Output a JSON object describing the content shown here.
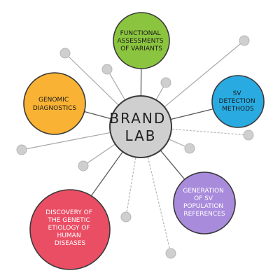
{
  "center": {
    "lines": [
      "BRAND",
      "LAB"
    ],
    "color": "#cfcfcf"
  },
  "topics": [
    {
      "id": "functional",
      "lines": [
        "FUNCTIONAL",
        "ASSESSMENTS",
        "OF VARIANTS"
      ],
      "color": "#8bc53f",
      "text_color": "#1a1a1a"
    },
    {
      "id": "genomic",
      "lines": [
        "GENOMIC",
        "DIAGNOSTICS"
      ],
      "color": "#f9b233",
      "text_color": "#1a1a1a"
    },
    {
      "id": "sv-detection",
      "lines": [
        "SV",
        "DETECTION",
        "METHODS"
      ],
      "color": "#29abe2",
      "text_color": "#1a1a1a"
    },
    {
      "id": "sv-population",
      "lines": [
        "GENERATION",
        "OF SV",
        "POPULATION",
        "REFERENCES"
      ],
      "color": "#a98bdc",
      "text_color": "#ffffff"
    },
    {
      "id": "discovery",
      "lines": [
        "DISCOVERY OF",
        "THE GENETIC",
        "ETIOLOGY OF",
        "HUMAN",
        "DISEASES"
      ],
      "color": "#ea4e65",
      "text_color": "#ffffff"
    }
  ]
}
